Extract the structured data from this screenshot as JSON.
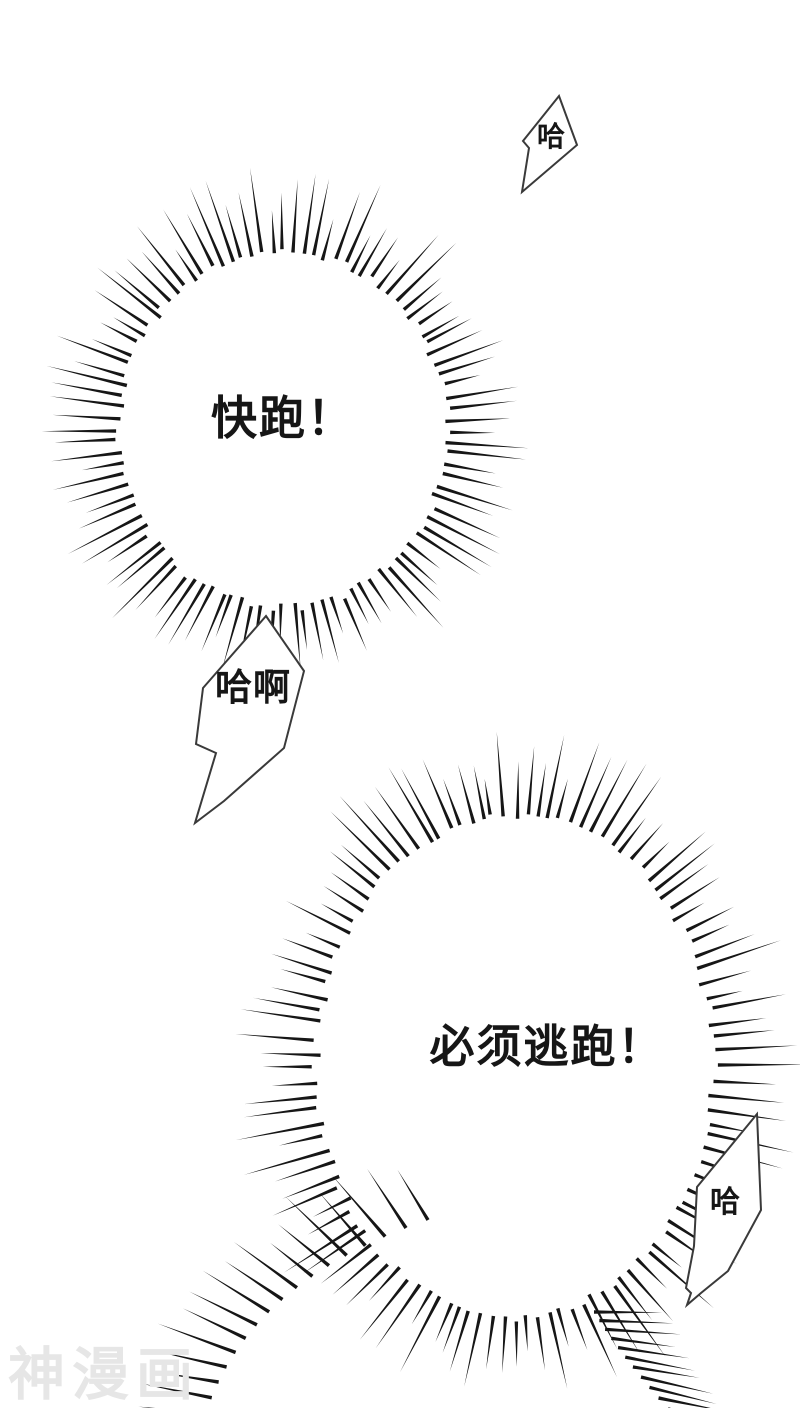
{
  "page": {
    "background": "#ffffff",
    "ink": "#161616",
    "bubble_outline": "#3a3a3a",
    "bubble_fill": "#ffffff"
  },
  "bubbles": {
    "scream_run": {
      "text": "快跑！"
    },
    "ha_top": {
      "text": "哈"
    },
    "haa": {
      "text": "哈啊"
    },
    "scream_escape": {
      "text": "必须逃跑！"
    },
    "ha_bottom": {
      "text": "哈"
    }
  },
  "watermark": {
    "text": "神漫画",
    "color": "#e6e6e6"
  }
}
